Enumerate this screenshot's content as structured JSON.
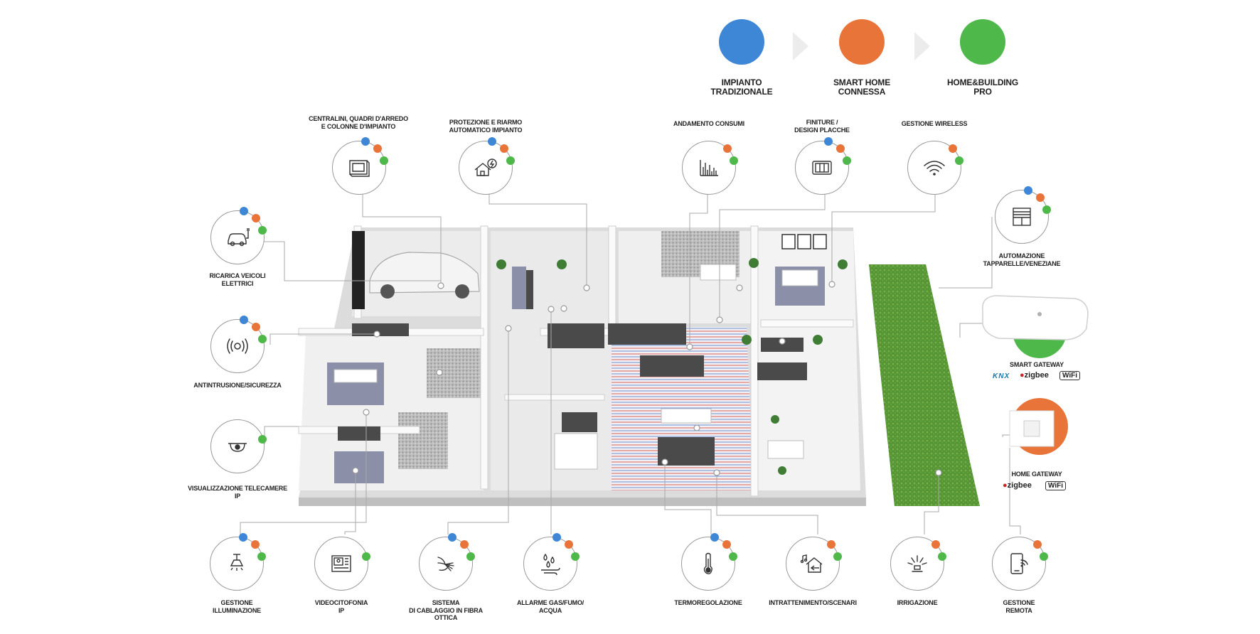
{
  "legend": [
    {
      "label1": "IMPIANTO",
      "label2": "TRADIZIONALE",
      "color": "#3e86d6"
    },
    {
      "label1": "SMART HOME",
      "label2": "CONNESSA",
      "color": "#e8743a"
    },
    {
      "label1": "HOME&BUILDING",
      "label2": "PRO",
      "color": "#4fb84b"
    }
  ],
  "features": {
    "centralini": {
      "l1": "CENTRALINI, QUADRI D'ARREDO",
      "l2": "E COLONNE D'IMPIANTO",
      "icon": "panel-icon"
    },
    "protezione": {
      "l1": "PROTEZIONE E RIARMO",
      "l2": "AUTOMATICO IMPIANTO",
      "icon": "house-bolt-icon"
    },
    "consumi": {
      "l1": "ANDAMENTO CONSUMI",
      "icon": "bar-chart-icon"
    },
    "finiture": {
      "l1": "FINITURE /",
      "l2": "DESIGN PLACCHE",
      "icon": "switch-plate-icon"
    },
    "wireless": {
      "l1": "GESTIONE WIRELESS",
      "icon": "wifi-icon"
    },
    "tapparelle": {
      "l1": "AUTOMAZIONE",
      "l2": "TAPPARELLE/VENEZIANE",
      "icon": "shutter-icon"
    },
    "ricarica": {
      "l1": "RICARICA VEICOLI",
      "l2": "ELETTRICI",
      "icon": "ev-car-icon"
    },
    "antintrusione": {
      "l1": "ANTINTRUSIONE/SICUREZZA",
      "icon": "alarm-icon"
    },
    "telecamere": {
      "l1": "VISUALIZZAZIONE TELECAMERE",
      "l2": "IP",
      "icon": "camera-icon"
    },
    "illuminazione": {
      "l1": "GESTIONE",
      "l2": "ILLUMINAZIONE",
      "icon": "ceiling-lamp-icon"
    },
    "videocitofonia": {
      "l1": "VIDEOCITOFONIA",
      "l2": "IP",
      "icon": "intercom-icon"
    },
    "fibra": {
      "l1": "SISTEMA",
      "l2": "DI CABLAGGIO IN FIBRA",
      "l3": "OTTICA",
      "icon": "fiber-icon"
    },
    "allarme": {
      "l1": "ALLARME GAS/FUMO/",
      "l2": "ACQUA",
      "icon": "drops-wind-icon"
    },
    "termo": {
      "l1": "TERMOREGOLAZIONE",
      "icon": "thermometer-icon"
    },
    "intrattenimento": {
      "l1": "INTRATTENIMENTO/SCENARI",
      "icon": "music-house-icon"
    },
    "irrigazione": {
      "l1": "IRRIGAZIONE",
      "icon": "sprinkler-icon"
    },
    "remota": {
      "l1": "GESTIONE",
      "l2": "REMOTA",
      "icon": "phone-wifi-icon"
    }
  },
  "smart_gateway": {
    "label": "SMART GATEWAY",
    "badges": [
      "KNX",
      "zigbee",
      "WiFi"
    ]
  },
  "home_gateway": {
    "label": "HOME GATEWAY",
    "badges": [
      "zigbee",
      "WiFi"
    ]
  }
}
